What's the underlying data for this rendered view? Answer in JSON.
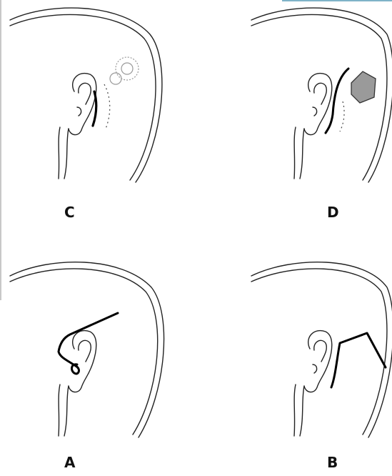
{
  "figure": {
    "panels": [
      {
        "id": "C",
        "label": "C"
      },
      {
        "id": "D",
        "label": "D"
      },
      {
        "id": "A",
        "label": "A"
      },
      {
        "id": "B",
        "label": "B"
      }
    ]
  }
}
